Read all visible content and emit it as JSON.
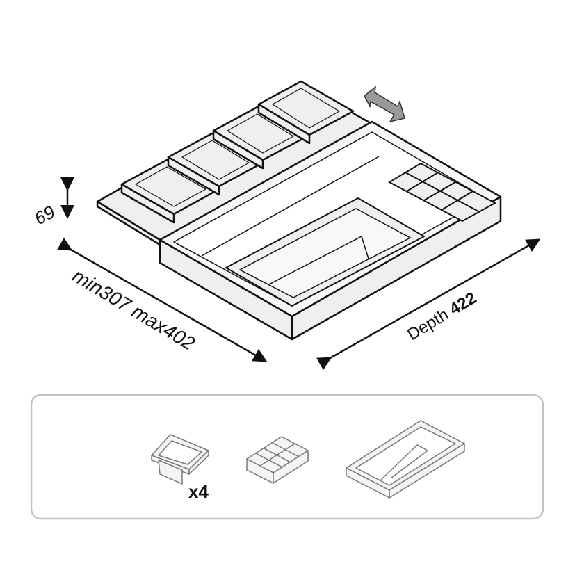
{
  "dimensions": {
    "height_label": "69",
    "width_label": "min307 max402",
    "depth_prefix": "Depth",
    "depth_value": "422"
  },
  "contents": {
    "lid_container_count": "x4"
  },
  "colors": {
    "fill": "#efefef",
    "stroke": "#111111",
    "arrow_gray": "#9a9a9a",
    "panel_border": "#c4c4c4"
  }
}
